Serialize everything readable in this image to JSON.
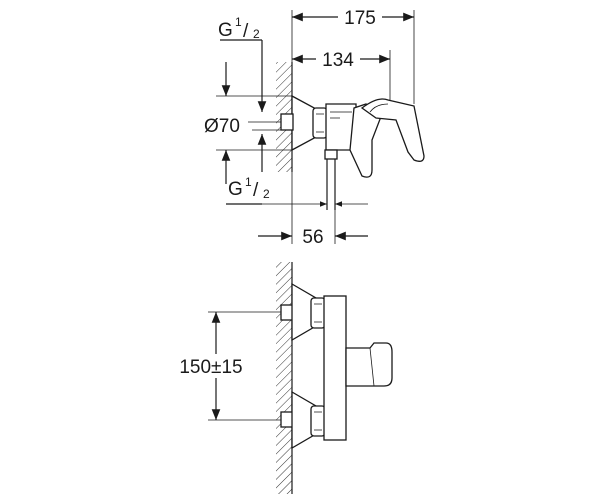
{
  "diagram": {
    "dimensions": {
      "overall_depth": "175",
      "body_depth": "134",
      "outlet_offset": "56",
      "escutcheon_diameter": "Ø70",
      "thread_upper_prefix": "G",
      "thread_upper_fraction_num": "1",
      "thread_upper_fraction_den": "2",
      "thread_lower_prefix": "G",
      "thread_lower_fraction_num": "1",
      "thread_lower_fraction_den": "2",
      "centre_distance": "150±15"
    }
  }
}
